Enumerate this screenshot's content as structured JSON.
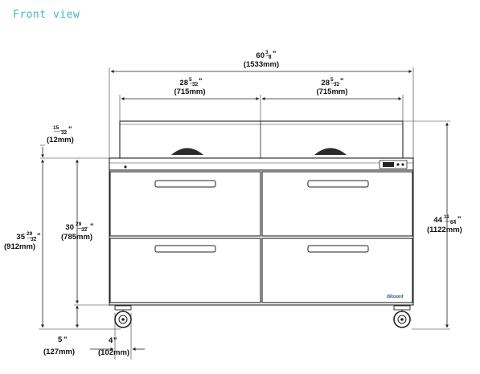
{
  "title": "Front view",
  "dimensions": {
    "overall_width": {
      "whole": "60",
      "frac_num": "3",
      "frac_den": "8",
      "unit": "\"",
      "metric": "(1533mm)"
    },
    "section_left": {
      "whole": "28",
      "frac_num": "5",
      "frac_den": "32",
      "unit": "\"",
      "metric": "(715mm)"
    },
    "section_right": {
      "whole": "28",
      "frac_num": "5",
      "frac_den": "32",
      "unit": "\"",
      "metric": "(715mm)"
    },
    "cutting_board": {
      "whole": "",
      "frac_num": "15",
      "frac_den": "32",
      "unit": "\"",
      "metric": "(12mm)"
    },
    "work_height": {
      "whole": "30",
      "frac_num": "29",
      "frac_den": "32",
      "unit": "\"",
      "metric": "(785mm)"
    },
    "total_height": {
      "whole": "35",
      "frac_num": "29",
      "frac_den": "32",
      "unit": "\"",
      "metric": "(912mm)"
    },
    "lid_height": {
      "whole": "44",
      "frac_num": "11",
      "frac_den": "64",
      "unit": "\"",
      "metric": "(1122mm)"
    },
    "caster_height": {
      "whole": "5",
      "frac_num": "",
      "frac_den": "",
      "unit": "\"",
      "metric": "(127mm)"
    },
    "caster_wheel": {
      "whole": "4",
      "frac_num": "",
      "frac_den": "",
      "unit": "\"",
      "metric": "(102mm)"
    }
  },
  "brand_label": "Blizzard",
  "colors": {
    "title": "#3cb6c9",
    "lines": "#222222",
    "brand": "#1f4f8f"
  }
}
